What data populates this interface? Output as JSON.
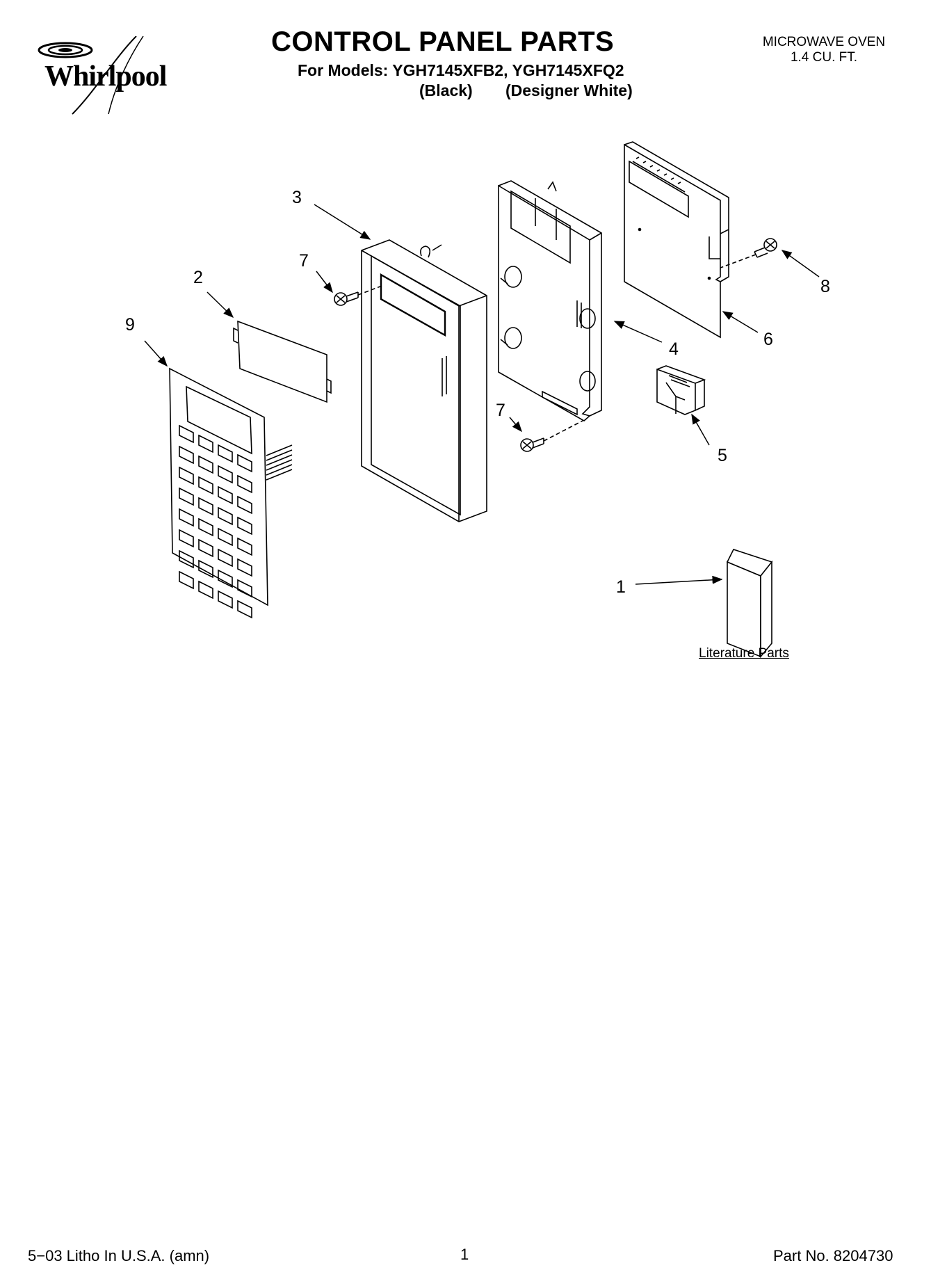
{
  "brand": "Whirlpool",
  "header": {
    "title": "CONTROL PANEL PARTS",
    "models_line": "For Models: YGH7145XFB2, YGH7145XFQ2",
    "color_1": "(Black)",
    "color_2": "(Designer White)",
    "product_type": "MICROWAVE OVEN",
    "capacity": "1.4 CU. FT."
  },
  "callouts": {
    "c1": "1",
    "c2": "2",
    "c3": "3",
    "c4": "4",
    "c5": "5",
    "c6": "6",
    "c7a": "7",
    "c7b": "7",
    "c8": "8",
    "c9": "9"
  },
  "literature_label": "Literature Parts",
  "footer": {
    "left": "5−03 Litho In U.S.A. (amn)",
    "page": "1",
    "right": "Part No. 8204730"
  }
}
